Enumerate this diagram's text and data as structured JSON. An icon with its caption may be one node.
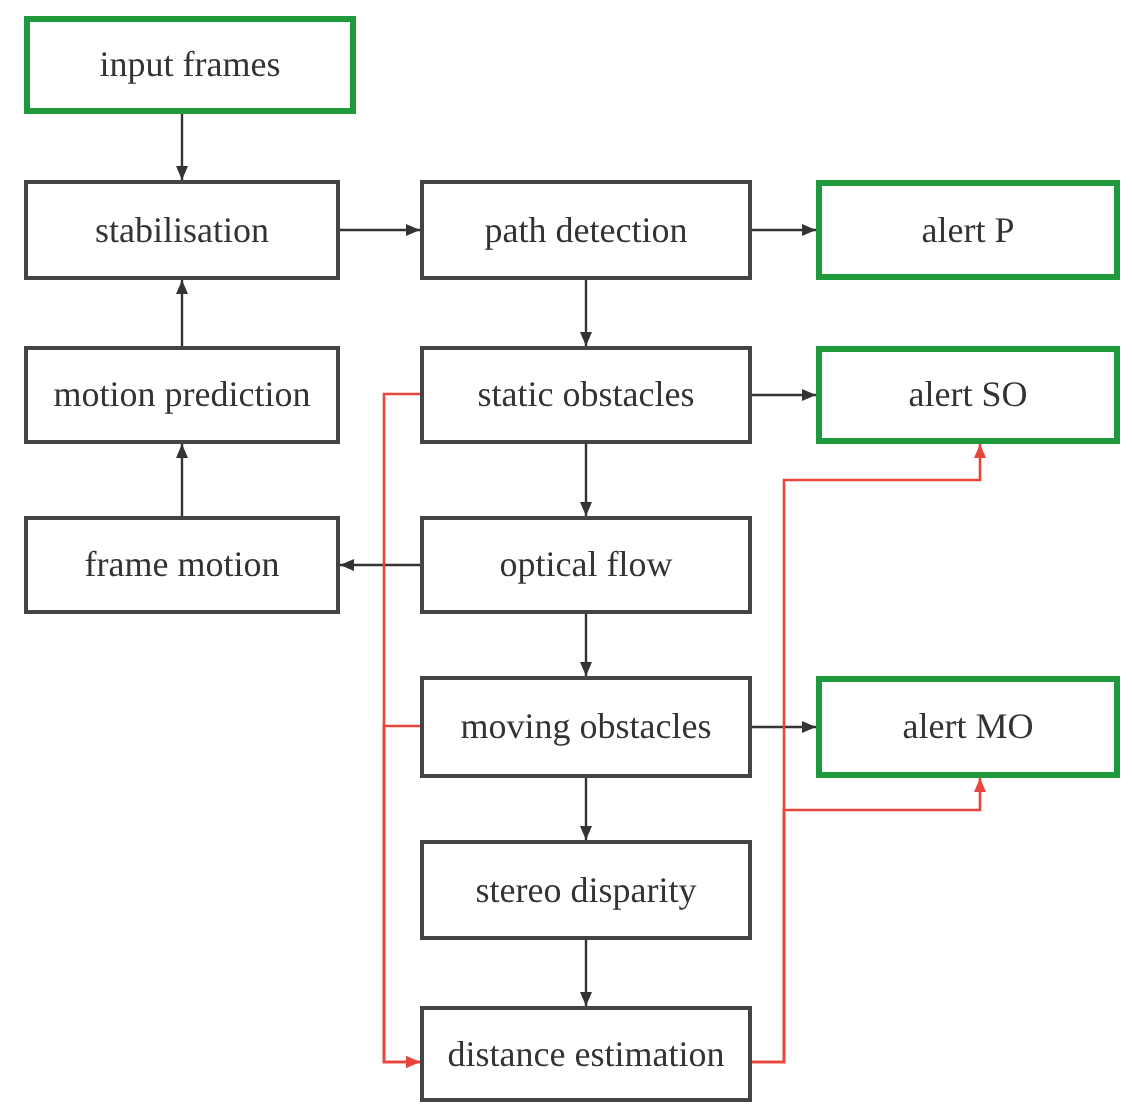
{
  "diagram": {
    "nodes": [
      {
        "text": [
          "input frames"
        ]
      },
      {
        "text": [
          "stabilisation"
        ]
      },
      {
        "text": [
          "path detection"
        ]
      },
      {
        "text": [
          "alert P"
        ]
      },
      {
        "text": [
          "motion prediction"
        ]
      },
      {
        "text": [
          "static obstacles"
        ]
      },
      {
        "text": [
          "alert SO"
        ]
      },
      {
        "text": [
          "frame motion"
        ]
      },
      {
        "text": [
          "optical flow"
        ]
      },
      {
        "text": [
          "moving obstacles"
        ]
      },
      {
        "text": [
          "alert MO"
        ]
      },
      {
        "text": [
          "stereo disparity"
        ]
      },
      {
        "text": [
          "distance estimation"
        ]
      }
    ],
    "edges": [
      {
        "from": 0,
        "to": 1,
        "arrow": "to"
      },
      {
        "from": 1,
        "to": 2,
        "arrow": "to"
      },
      {
        "from": 2,
        "to": 3,
        "arrow": "to"
      },
      {
        "from": 2,
        "to": 5,
        "arrow": "to"
      },
      {
        "from": 5,
        "to": 6,
        "arrow": "to"
      },
      {
        "from": 5,
        "to": 8,
        "arrow": "to"
      },
      {
        "from": 8,
        "to": 7,
        "arrow": "to"
      },
      {
        "from": 7,
        "to": 4,
        "arrow": "to"
      },
      {
        "from": 4,
        "to": 1,
        "arrow": "to"
      },
      {
        "from": 8,
        "to": 9,
        "arrow": "to"
      },
      {
        "from": 9,
        "to": 10,
        "arrow": "to"
      },
      {
        "from": 9,
        "to": 11,
        "arrow": "to"
      },
      {
        "from": 11,
        "to": 12,
        "arrow": "to"
      },
      {
        "from": 5,
        "to": 12,
        "arrow": "to",
        "color": "#e8453c"
      },
      {
        "from": 9,
        "to": 12,
        "arrow": "to",
        "color": "#e8453c"
      },
      {
        "from": 12,
        "to": 6,
        "arrow": "to",
        "color": "#e8453c"
      },
      {
        "from": 12,
        "to": 10,
        "arrow": "to",
        "color": "#e8453c"
      }
    ]
  }
}
